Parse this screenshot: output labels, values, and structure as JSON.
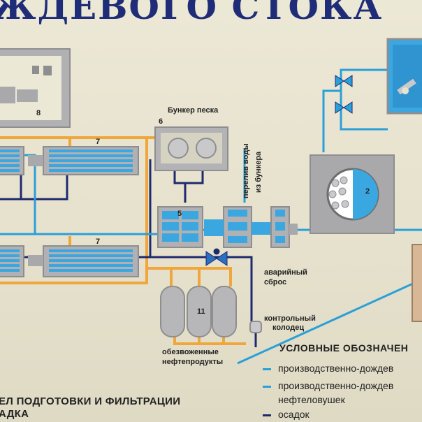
{
  "title": "ЖДЕВОГО СТОКА",
  "labels": {
    "sand_bunker": "Бункер песка",
    "overflow_line1": "перелив воды",
    "overflow_line2": "из бункера",
    "emergency_line1": "аварийный",
    "emergency_line2": "сброс",
    "control_well_line1": "контрольный",
    "control_well_line2": "колодец",
    "dewatered_line1": "обезвоженные",
    "dewatered_line2": "нефтепродукты"
  },
  "numbers": {
    "n8": "8",
    "n6": "6",
    "n7_top": "7",
    "n7_bottom": "7",
    "n5": "5",
    "n11": "11",
    "n2": "2"
  },
  "legend": {
    "heading": "УСЛОВНЫЕ ОБОЗНАЧЕН",
    "items": [
      {
        "text": "производственно-дождев",
        "color": "#2a9fd8"
      },
      {
        "text": "производственно-дождев",
        "color": "#2a9fd8"
      },
      {
        "text": "нефтеловушек",
        "color": ""
      },
      {
        "text": "осадок",
        "color": "#1e2a6e"
      }
    ]
  },
  "bottom_text": {
    "line1": "ЕЛ ПОДГОТОВКИ И ФИЛЬТРАЦИИ",
    "line2": "АДКА"
  },
  "colors": {
    "water_pipe": "#2a9fd8",
    "sludge_pipe": "#1e2a6e",
    "oil_pipe": "#f0a63a",
    "red_pipe": "#d8262a",
    "equipment": "#a9a9ab",
    "equipment_blue": "#3aa7e0",
    "title": "#1f2d78"
  }
}
